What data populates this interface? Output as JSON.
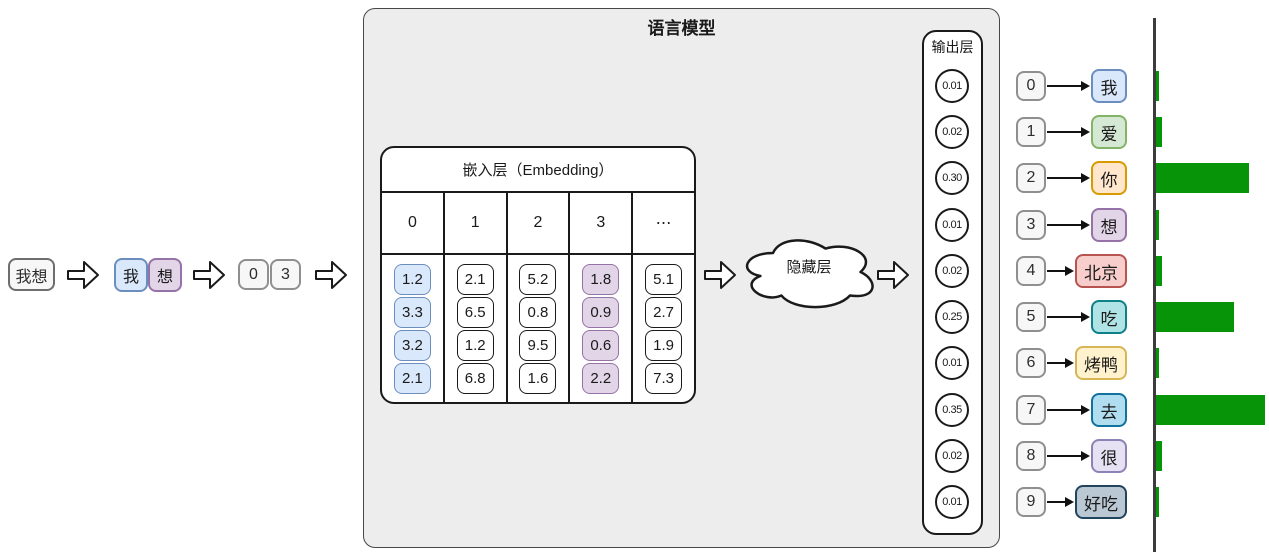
{
  "model": {
    "title": "语言模型"
  },
  "input_flow": {
    "text": "我想",
    "tokens": [
      {
        "text": "我",
        "fill": "#dae8fc",
        "border": "#6c8ebf"
      },
      {
        "text": "想",
        "fill": "#e1d5e7",
        "border": "#9673a6"
      }
    ],
    "token_ids": [
      "0",
      "3"
    ]
  },
  "embedding": {
    "title": "嵌入层（Embedding）",
    "columns": [
      {
        "header": "0",
        "values": [
          "1.2",
          "3.3",
          "3.2",
          "2.1"
        ],
        "fill": "#dae8fc",
        "border": "#6c8ebf"
      },
      {
        "header": "1",
        "values": [
          "2.1",
          "6.5",
          "1.2",
          "6.8"
        ],
        "fill": "#ffffff",
        "border": "#1a1a1a"
      },
      {
        "header": "2",
        "values": [
          "5.2",
          "0.8",
          "9.5",
          "1.6"
        ],
        "fill": "#ffffff",
        "border": "#1a1a1a"
      },
      {
        "header": "3",
        "values": [
          "1.8",
          "0.9",
          "0.6",
          "2.2"
        ],
        "fill": "#e1d5e7",
        "border": "#9673a6"
      },
      {
        "header": "⋯",
        "values": [
          "5.1",
          "2.7",
          "1.9",
          "7.3"
        ],
        "fill": "#ffffff",
        "border": "#1a1a1a"
      }
    ]
  },
  "hidden_layer": {
    "label": "隐藏层"
  },
  "output_layer": {
    "title": "输出层",
    "probabilities": [
      "0.01",
      "0.02",
      "0.30",
      "0.01",
      "0.02",
      "0.25",
      "0.01",
      "0.35",
      "0.02",
      "0.01"
    ]
  },
  "vocab": [
    {
      "id": "0",
      "token": "我",
      "fill": "#dae8fc",
      "border": "#6c8ebf"
    },
    {
      "id": "1",
      "token": "爱",
      "fill": "#d5e8d4",
      "border": "#82b366"
    },
    {
      "id": "2",
      "token": "你",
      "fill": "#ffe6cc",
      "border": "#d79b00"
    },
    {
      "id": "3",
      "token": "想",
      "fill": "#e1d5e7",
      "border": "#9673a6"
    },
    {
      "id": "4",
      "token": "北京",
      "fill": "#f8cecc",
      "border": "#b85450"
    },
    {
      "id": "5",
      "token": "吃",
      "fill": "#b0e3e6",
      "border": "#0e8088"
    },
    {
      "id": "6",
      "token": "烤鸭",
      "fill": "#fff2cc",
      "border": "#d6b656"
    },
    {
      "id": "7",
      "token": "去",
      "fill": "#b1ddf0",
      "border": "#10739e"
    },
    {
      "id": "8",
      "token": "很",
      "fill": "#e6e2f3",
      "border": "#8c82b5"
    },
    {
      "id": "9",
      "token": "好吃",
      "fill": "#bac8d3",
      "border": "#23445d"
    }
  ],
  "chart_data": {
    "type": "bar",
    "orientation": "horizontal",
    "categories": [
      "我",
      "爱",
      "你",
      "想",
      "北京",
      "吃",
      "烤鸭",
      "去",
      "很",
      "好吃"
    ],
    "values": [
      0.01,
      0.02,
      0.3,
      0.01,
      0.02,
      0.25,
      0.01,
      0.35,
      0.02,
      0.01
    ],
    "xlim": [
      0,
      0.35
    ],
    "bar_color": "#089408",
    "grid": false,
    "legend": false
  },
  "colors": {
    "bar_green": "#089408",
    "model_box_fill": "#ededed",
    "neutral_box_fill": "#f7f7f7"
  }
}
